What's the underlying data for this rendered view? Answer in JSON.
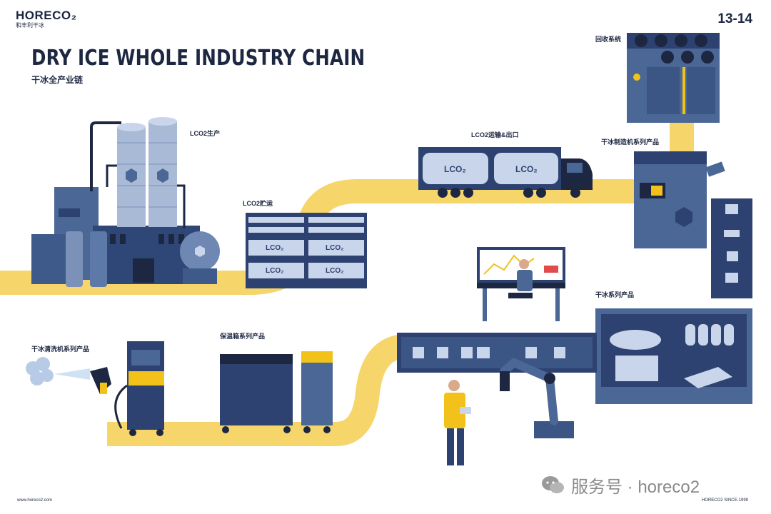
{
  "header": {
    "brand_name": "HORECO₂",
    "brand_sub": "和丰利干冰",
    "page_number": "13-14"
  },
  "title": "DRY ICE WHOLE INDUSTRY CHAIN",
  "subtitle": "干冰全产业链",
  "labels": {
    "lco2_production": "LCO2生产",
    "lco2_storage": "LCO2贮运",
    "lco2_transport": "LCO2运输&出口",
    "recovery_system": "回收系统",
    "dry_ice_machine_series": "干冰制造机系列产品",
    "dry_ice_series": "干冰系列产品",
    "dry_ice_cleaning_series": "干冰清洗机系列产品",
    "insulation_box_series": "保温箱系列产品"
  },
  "tank_text": "LCO₂",
  "footer": {
    "website": "www.horeco2.com",
    "since": "HORECO2  SINCE-1999"
  },
  "watermark": {
    "text": "服务号 · horeco2",
    "icon": "wechat-icon"
  },
  "colors": {
    "navy": "#1d2742",
    "steel_blue": "#4a6796",
    "light_blue": "#a9bad7",
    "road_yellow": "#f6d56a",
    "accent_yellow": "#f2c21b"
  }
}
